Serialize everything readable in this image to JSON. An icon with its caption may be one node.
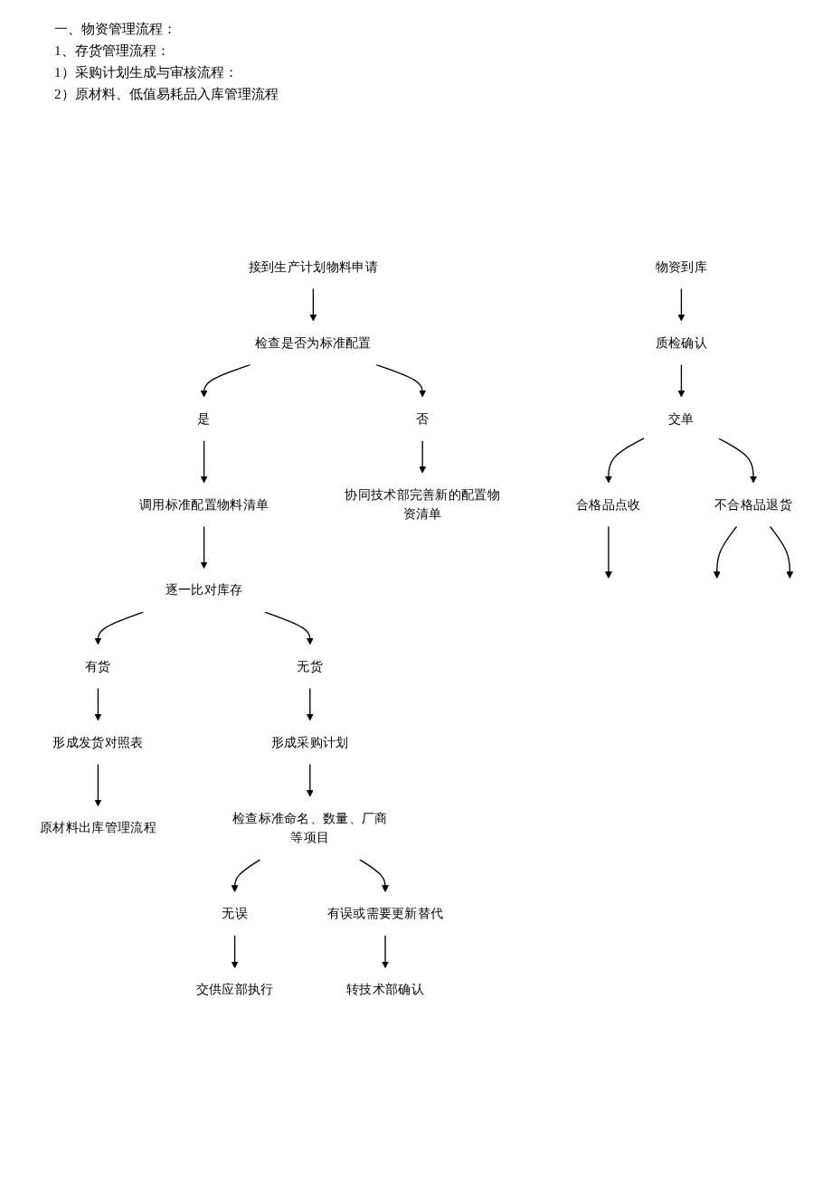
{
  "diagram": {
    "nodes": [
      {
        "text": [
          "接到生产计划物料申请"
        ]
      },
      {
        "text": [
          "检查是否为标准配置"
        ]
      },
      {
        "text": [
          "是"
        ]
      },
      {
        "text": [
          "否"
        ]
      },
      {
        "text": [
          "调用标准配置物料清单"
        ]
      },
      {
        "text": [
          "协同技术部完善新的配置物资清单"
        ]
      },
      {
        "text": [
          "逐一比对库存"
        ]
      },
      {
        "text": [
          "有货"
        ]
      },
      {
        "text": [
          "无货"
        ]
      },
      {
        "text": [
          "形成发货对照表"
        ]
      },
      {
        "text": [
          "形成采购计划"
        ]
      },
      {
        "text": [
          "原材料出库管理流程"
        ]
      },
      {
        "text": [
          "检查标准命名、数量、厂商等项目"
        ]
      },
      {
        "text": [
          "无误"
        ]
      },
      {
        "text": [
          "有误或需要更新替代"
        ]
      },
      {
        "text": [
          "交供应部执行"
        ]
      },
      {
        "text": [
          "转技术部确认"
        ]
      },
      {
        "text": [
          "物资到库"
        ]
      },
      {
        "text": [
          "质检确认"
        ]
      },
      {
        "text": [
          "交单"
        ]
      },
      {
        "text": [
          "合格品点收"
        ]
      },
      {
        "text": [
          "不合格品退货"
        ]
      }
    ],
    "edges": [
      {
        "from": 0,
        "to": 1,
        "arrow": "to"
      },
      {
        "from": 1,
        "to": 2,
        "arrow": "to"
      },
      {
        "from": 1,
        "to": 3,
        "arrow": "to"
      },
      {
        "from": 2,
        "to": 4,
        "arrow": "to"
      },
      {
        "from": 3,
        "to": 5,
        "arrow": "to"
      },
      {
        "from": 4,
        "to": 6,
        "arrow": "to"
      },
      {
        "from": 6,
        "to": 7,
        "arrow": "to"
      },
      {
        "from": 6,
        "to": 8,
        "arrow": "to"
      },
      {
        "from": 7,
        "to": 9,
        "arrow": "to"
      },
      {
        "from": 8,
        "to": 10,
        "arrow": "to"
      },
      {
        "from": 9,
        "to": 11,
        "arrow": "to"
      },
      {
        "from": 10,
        "to": 12,
        "arrow": "to"
      },
      {
        "from": 12,
        "to": 13,
        "arrow": "to"
      },
      {
        "from": 12,
        "to": 14,
        "arrow": "to"
      },
      {
        "from": 13,
        "to": 15,
        "arrow": "to"
      },
      {
        "from": 14,
        "to": 16,
        "arrow": "to"
      },
      {
        "from": 17,
        "to": 18,
        "arrow": "to"
      },
      {
        "from": 18,
        "to": 19,
        "arrow": "to"
      },
      {
        "from": 19,
        "to": 20,
        "arrow": "to"
      },
      {
        "from": 19,
        "to": 21,
        "arrow": "to"
      },
      {
        "from": 20,
        "to": null,
        "arrow": "to"
      },
      {
        "from": 21,
        "to": null,
        "arrow": "to"
      },
      {
        "from": 21,
        "to": null,
        "arrow": "to"
      }
    ],
    "labels": [
      "一、物资管理流程：",
      "1、存货管理流程：",
      "1）采购计划生成与审核流程：",
      "2）原材料、低值易耗品入库管理流程"
    ]
  }
}
